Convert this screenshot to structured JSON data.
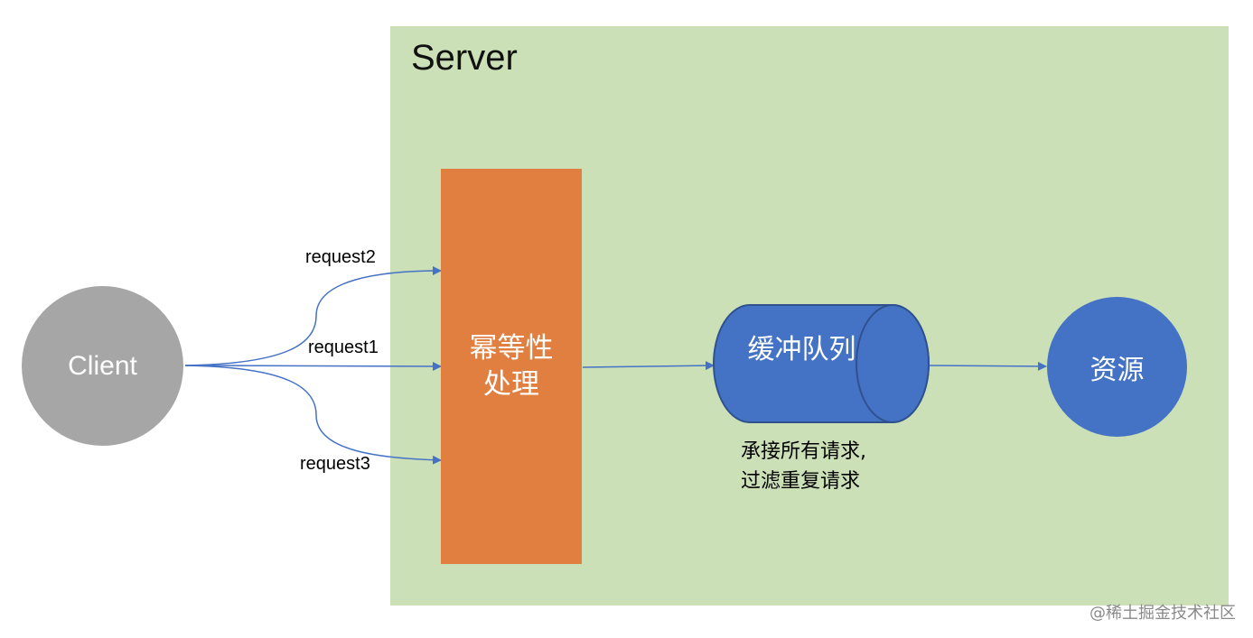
{
  "server": {
    "title": "Server"
  },
  "client": {
    "label": "Client"
  },
  "requests": [
    "request2",
    "request1",
    "request3"
  ],
  "idempotency": {
    "label": "幂等性处理"
  },
  "queue": {
    "label": "缓冲队列",
    "caption_line1": "承接所有请求,",
    "caption_line2": "过滤重复请求"
  },
  "resource": {
    "label": "资源"
  },
  "watermark": "@稀土掘金技术社区",
  "colors": {
    "server_bg": "#cce0b8",
    "client": "#a6a6a6",
    "idempotency": "#e07f40",
    "queue": "#4472c4",
    "resource": "#4472c4",
    "arrow": "#4472c4"
  }
}
